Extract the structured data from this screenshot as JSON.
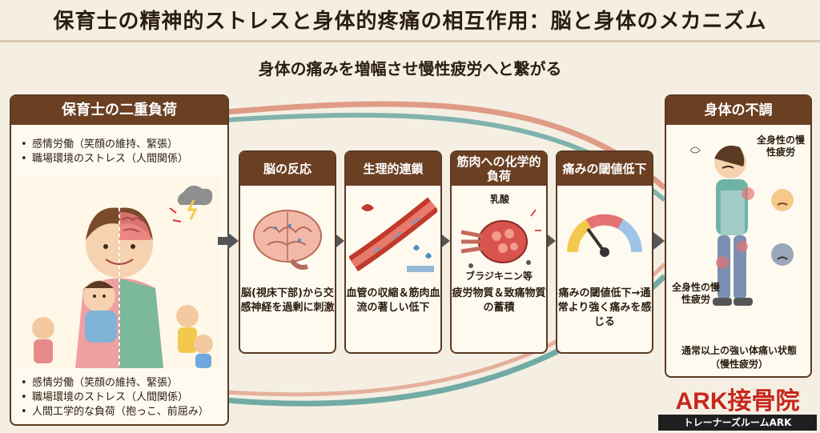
{
  "title": "保育士の精神的ストレスと身体的疼痛の相互作用：脳と身体のメカニズム",
  "subtitle": "身体の痛みを増幅させ慢性疲労へと繋がる",
  "left_panel": {
    "heading": "保育士の二重負荷",
    "top_bullets": [
      "感情労働（笑顔の維持、緊張）",
      "職場環境のストレス（人間関係）"
    ],
    "bottom_bullets": [
      "感情労働（笑顔の維持、緊張）",
      "職場環境のストレス（人間関係）",
      "人間工学的な負荷（抱っこ、前屈み）"
    ]
  },
  "steps": [
    {
      "heading": "脳の反応",
      "body": "脳(視床下部)から交感神経を過剰に刺激"
    },
    {
      "heading": "生理的連鎖",
      "body": "血管の収縮＆筋肉血流の著しい低下"
    },
    {
      "heading": "筋肉への化学的負荷",
      "labels": [
        "乳酸",
        "ブラジキニン等"
      ],
      "body": "疲労物質＆致痛物質の蓄積"
    },
    {
      "heading": "痛みの閾値低下",
      "body": "痛みの閾値低下→通常より強く痛みを感じる"
    }
  ],
  "right_panel": {
    "heading": "身体の不調",
    "label_top": "全身性の慢性疲労",
    "label_left": "全身性の慢性疲労",
    "state": "通常以上の強い体痛い状態（慢性疲労）"
  },
  "brand": {
    "name": "ARK接骨院",
    "sub": "トレーナーズルームARK"
  },
  "colors": {
    "header": "#6b3f22",
    "brand": "#c8261c",
    "stream_red": "#c0503a",
    "stream_teal": "#3f8a86"
  }
}
